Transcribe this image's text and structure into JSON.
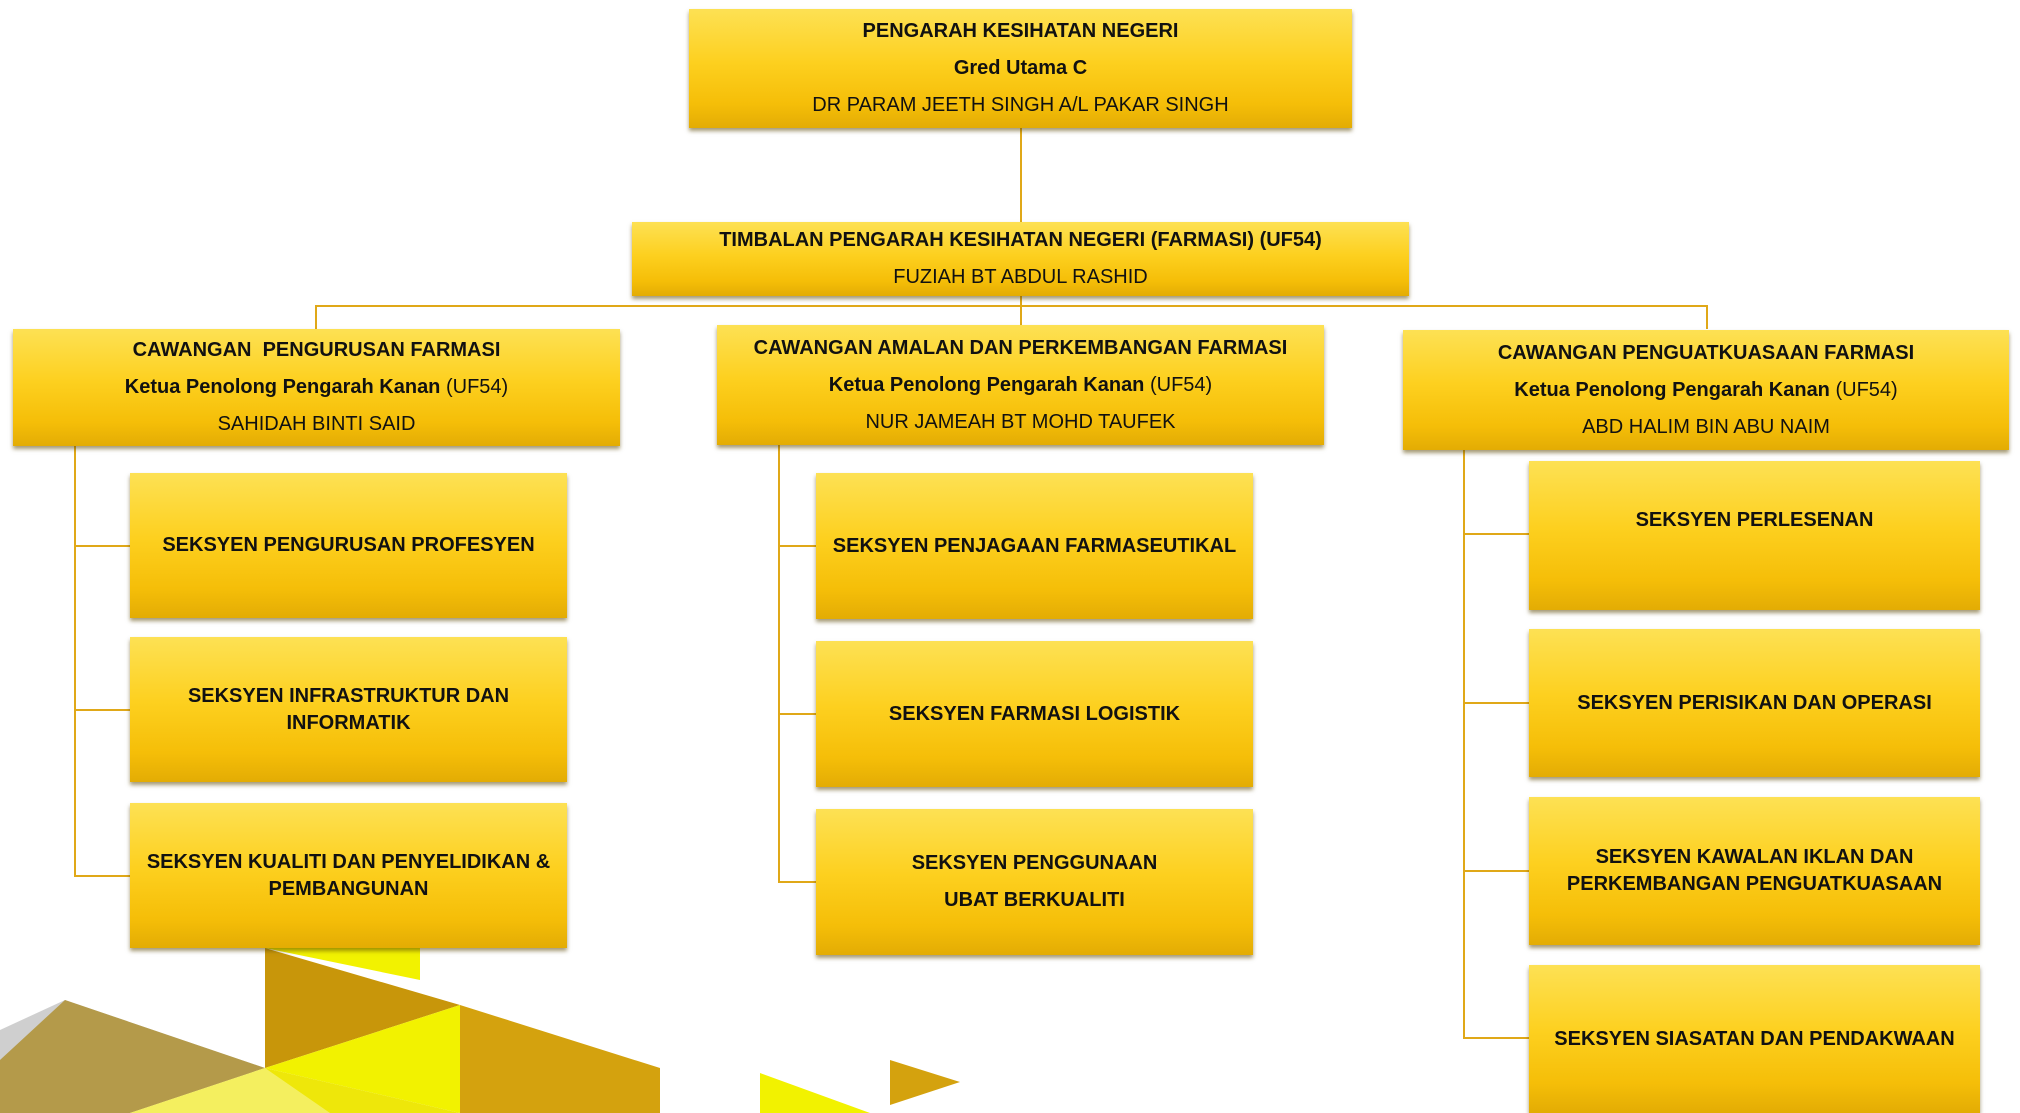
{
  "top": {
    "title": "PENGARAH KESIHATAN NEGERI",
    "grade": "Gred Utama C",
    "name": "DR PARAM JEETH SINGH A/L PAKAR SINGH"
  },
  "deputy": {
    "title": "TIMBALAN PENGARAH KESIHATAN NEGERI (FARMASI) (UF54)",
    "name": "FUZIAH BT ABDUL RASHID"
  },
  "branches": [
    {
      "title": "CAWANGAN  PENGURUSAN FARMASI",
      "role": "Ketua Penolong Pengarah Kanan",
      "grade": "(UF54)",
      "name": "SAHIDAH BINTI SAID",
      "sections": [
        "SEKSYEN PENGURUSAN PROFESYEN",
        "SEKSYEN INFRASTRUKTUR DAN INFORMATIK",
        "SEKSYEN KUALITI DAN PENYELIDIKAN & PEMBANGUNAN"
      ]
    },
    {
      "title": "CAWANGAN AMALAN DAN PERKEMBANGAN FARMASI",
      "role": "Ketua Penolong Pengarah Kanan",
      "grade": "(UF54)",
      "name": "NUR JAMEAH BT MOHD TAUFEK",
      "sections": [
        "SEKSYEN PENJAGAAN FARMASEUTIKAL",
        "SEKSYEN FARMASI LOGISTIK",
        "SEKSYEN PENGGUNAAN UBAT BERKUALITI"
      ]
    },
    {
      "title": "CAWANGAN PENGUATKUASAAN FARMASI",
      "role": "Ketua Penolong Pengarah Kanan",
      "grade": "(UF54)",
      "name": "ABD HALIM BIN ABU NAIM",
      "sections": [
        "SEKSYEN PERLESENAN",
        "SEKSYEN PERISIKAN DAN OPERASI",
        "SEKSYEN KAWALAN IKLAN DAN PERKEMBANGAN PENGUATKUASAAN",
        "SEKSYEN SIASATAN DAN PENDAKWAAN"
      ]
    }
  ],
  "colors": {
    "box": "#fdd01f",
    "connector": "#e0a818",
    "deco_gold": "#c8960a",
    "deco_yellow": "#f2f200",
    "deco_grey": "#bdbdbd"
  }
}
